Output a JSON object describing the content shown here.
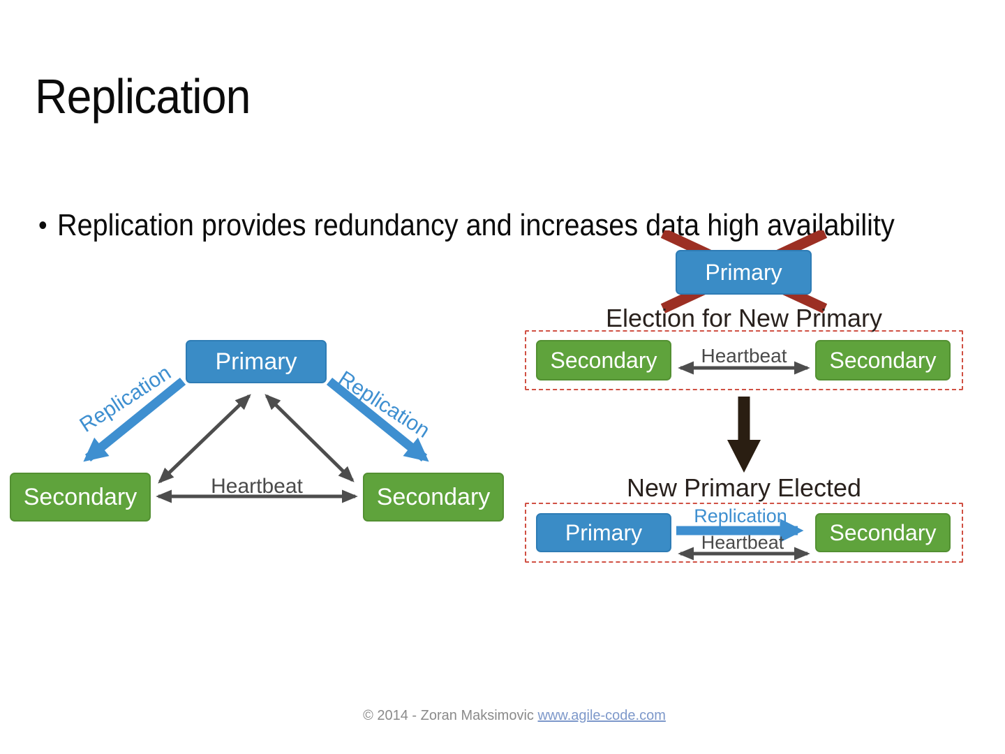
{
  "slide": {
    "title": "Replication",
    "bullet_char": "•",
    "bullet": "Replication provides redundancy and increases data high availability"
  },
  "left_diagram": {
    "primary_label": "Primary",
    "secondary_left_label": "Secondary",
    "secondary_right_label": "Secondary",
    "heartbeat_label": "Heartbeat",
    "replication_left_label": "Replication",
    "replication_right_label": "Replication"
  },
  "right_diagram": {
    "failed_primary_label": "Primary",
    "election_title": "Election for New Primary",
    "election_secondary_left": "Secondary",
    "election_secondary_right": "Secondary",
    "election_heartbeat_label": "Heartbeat",
    "elected_title": "New Primary Elected",
    "elected_primary_label": "Primary",
    "elected_secondary_label": "Secondary",
    "elected_replication_label": "Replication",
    "elected_heartbeat_label": "Heartbeat"
  },
  "footer": {
    "copyright": "© 2014 - Zoran Maksimovic",
    "link": "www.agile-code.com"
  },
  "colors": {
    "primary_blue": "#3a8cc6",
    "secondary_green": "#5fa33c",
    "arrow_blue": "#3e8fd0",
    "arrow_gray": "#4d4d4d",
    "cross_red": "#9c2f23",
    "dashed_border_red": "#d05043",
    "down_arrow_dark": "#2a1e12",
    "diagram_title_dark": "#29211d",
    "footer_gray": "#8a8a8a",
    "footer_link_blue": "#7d98ca"
  }
}
